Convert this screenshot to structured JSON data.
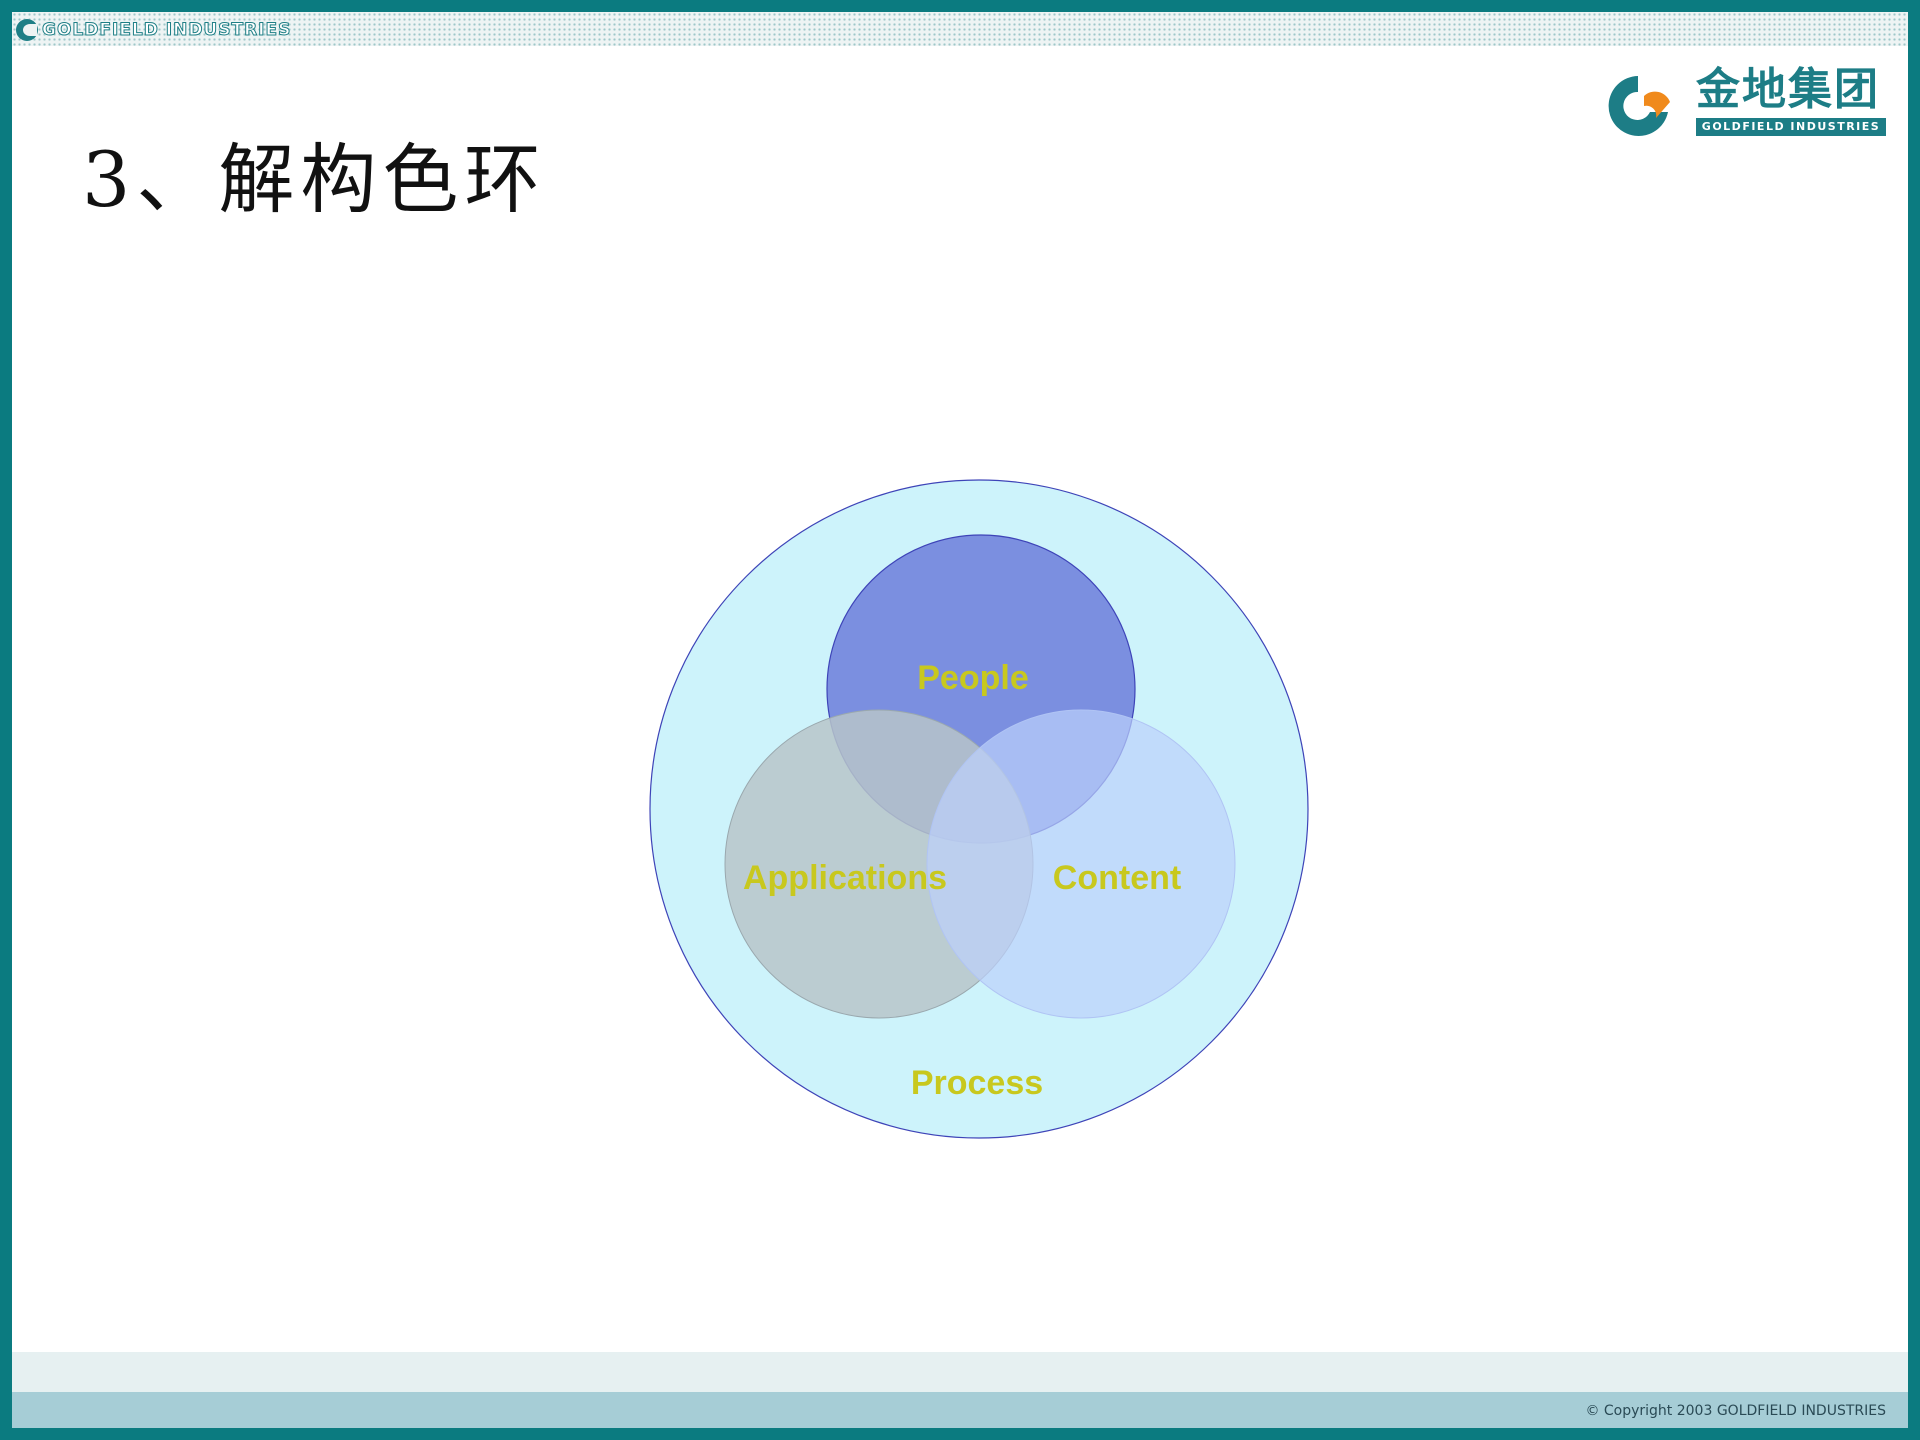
{
  "header": {
    "top_logo_text": "GOLDFIELD INDUSTRIES",
    "brand_cn": "金地集团",
    "brand_en": "GOLDFIELD INDUSTRIES"
  },
  "slide": {
    "title": "3、解构色环"
  },
  "diagram": {
    "outer_label": "Process",
    "circles": [
      {
        "label": "People",
        "fill": "#7b8fe0"
      },
      {
        "label": "Applications",
        "fill": "#b7c7cf"
      },
      {
        "label": "Content",
        "fill": "#c9d7fb"
      }
    ],
    "outer_fill": "#cdf3fb",
    "label_color": "#c8c81e"
  },
  "footer": {
    "copyright": "© Copyright 2003 GOLDFIELD INDUSTRIES"
  }
}
